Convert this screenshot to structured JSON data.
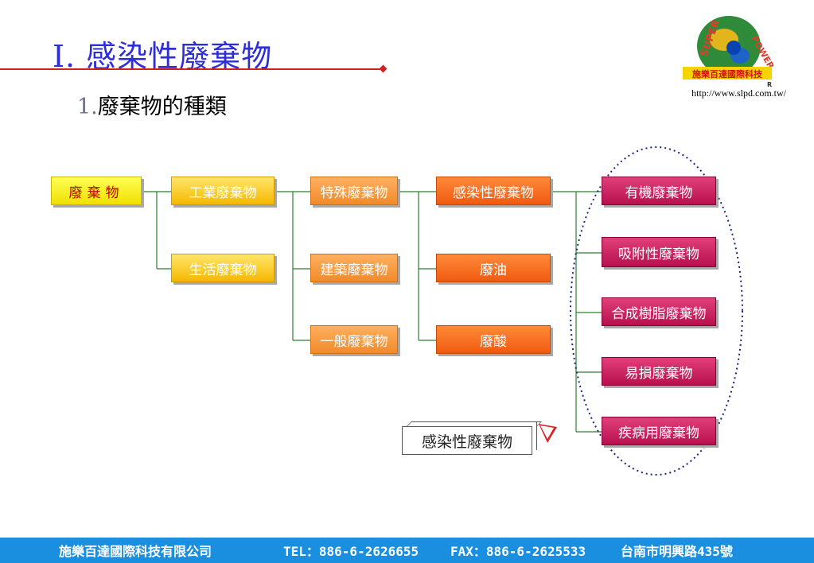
{
  "header": {
    "title": "Ⅰ. 感染性廢棄物",
    "subtitle_num": "1.",
    "subtitle_text": "廢棄物的種類"
  },
  "logo": {
    "company_name": "施樂百達國際科技",
    "logo_text": "SUPER POWER",
    "url": "http://www.slpd.com.tw/"
  },
  "diagram": {
    "root": "廢棄物",
    "level1": [
      "工業廢棄物",
      "生活廢棄物"
    ],
    "level2": [
      "特殊廢棄物",
      "建築廢棄物",
      "一般廢棄物"
    ],
    "level3": [
      "感染性廢棄物",
      "廢油",
      "廢酸"
    ],
    "level4": [
      "有機廢棄物",
      "吸附性廢棄物",
      "合成樹脂廢棄物",
      "易損廢棄物",
      "疾病用廢棄物"
    ],
    "callout": "感染性廢棄物",
    "colors": {
      "root": "#f5e800",
      "level1": "#f5b800",
      "level2": "#f08a2a",
      "level3": "#f05a10",
      "level4": "#b8104e",
      "connector": "#2e7d32",
      "ellipse": "#1a237e"
    }
  },
  "footer": {
    "company": "施樂百達國際科技有限公司",
    "tel": "TEL：886-6-2626655",
    "fax": "FAX：886-6-2625533",
    "address": "台南市明興路435號",
    "background": "#1a8fe0"
  }
}
